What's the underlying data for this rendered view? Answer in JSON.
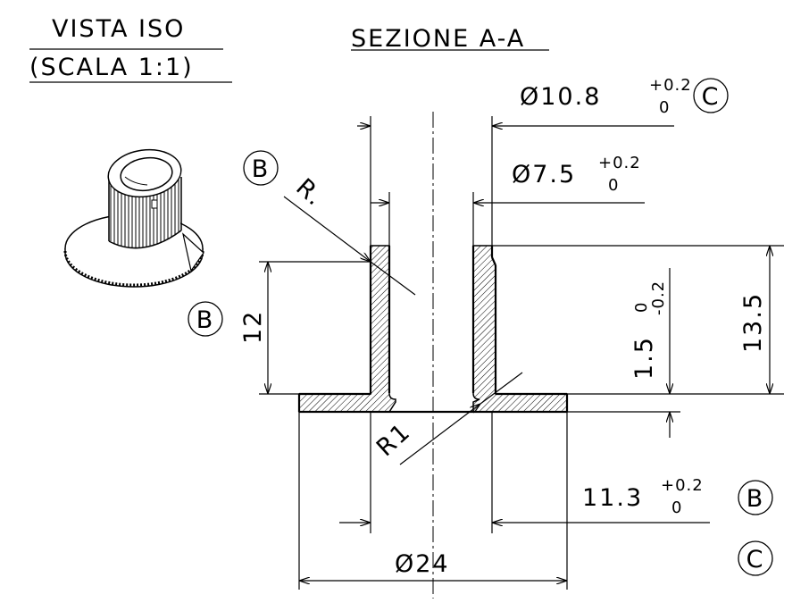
{
  "titles": {
    "iso_line1": "VISTA ISO",
    "iso_line2": "(SCALA 1:1)",
    "section": "SEZIONE A-A"
  },
  "dims": {
    "d108": {
      "main": "Ø10.8",
      "upper": "+0.2",
      "lower": "0"
    },
    "d75": {
      "main": "Ø7.5",
      "upper": "+0.2",
      "lower": "0"
    },
    "d113": {
      "main": "11.3",
      "upper": "+0.2",
      "lower": "0"
    },
    "d24": "Ø24",
    "h12": "12",
    "h135": "13.5",
    "h15": {
      "main": "1.5",
      "upper": "0",
      "lower": "-0.2"
    },
    "r_small": "R.",
    "r1": "R1"
  },
  "datums": {
    "b_top": "B",
    "b_left": "B",
    "b_right": "B",
    "c_top": "C",
    "c_bottom": "C"
  },
  "icons": {
    "iso_view": "knurled-bushing-iso-icon"
  }
}
